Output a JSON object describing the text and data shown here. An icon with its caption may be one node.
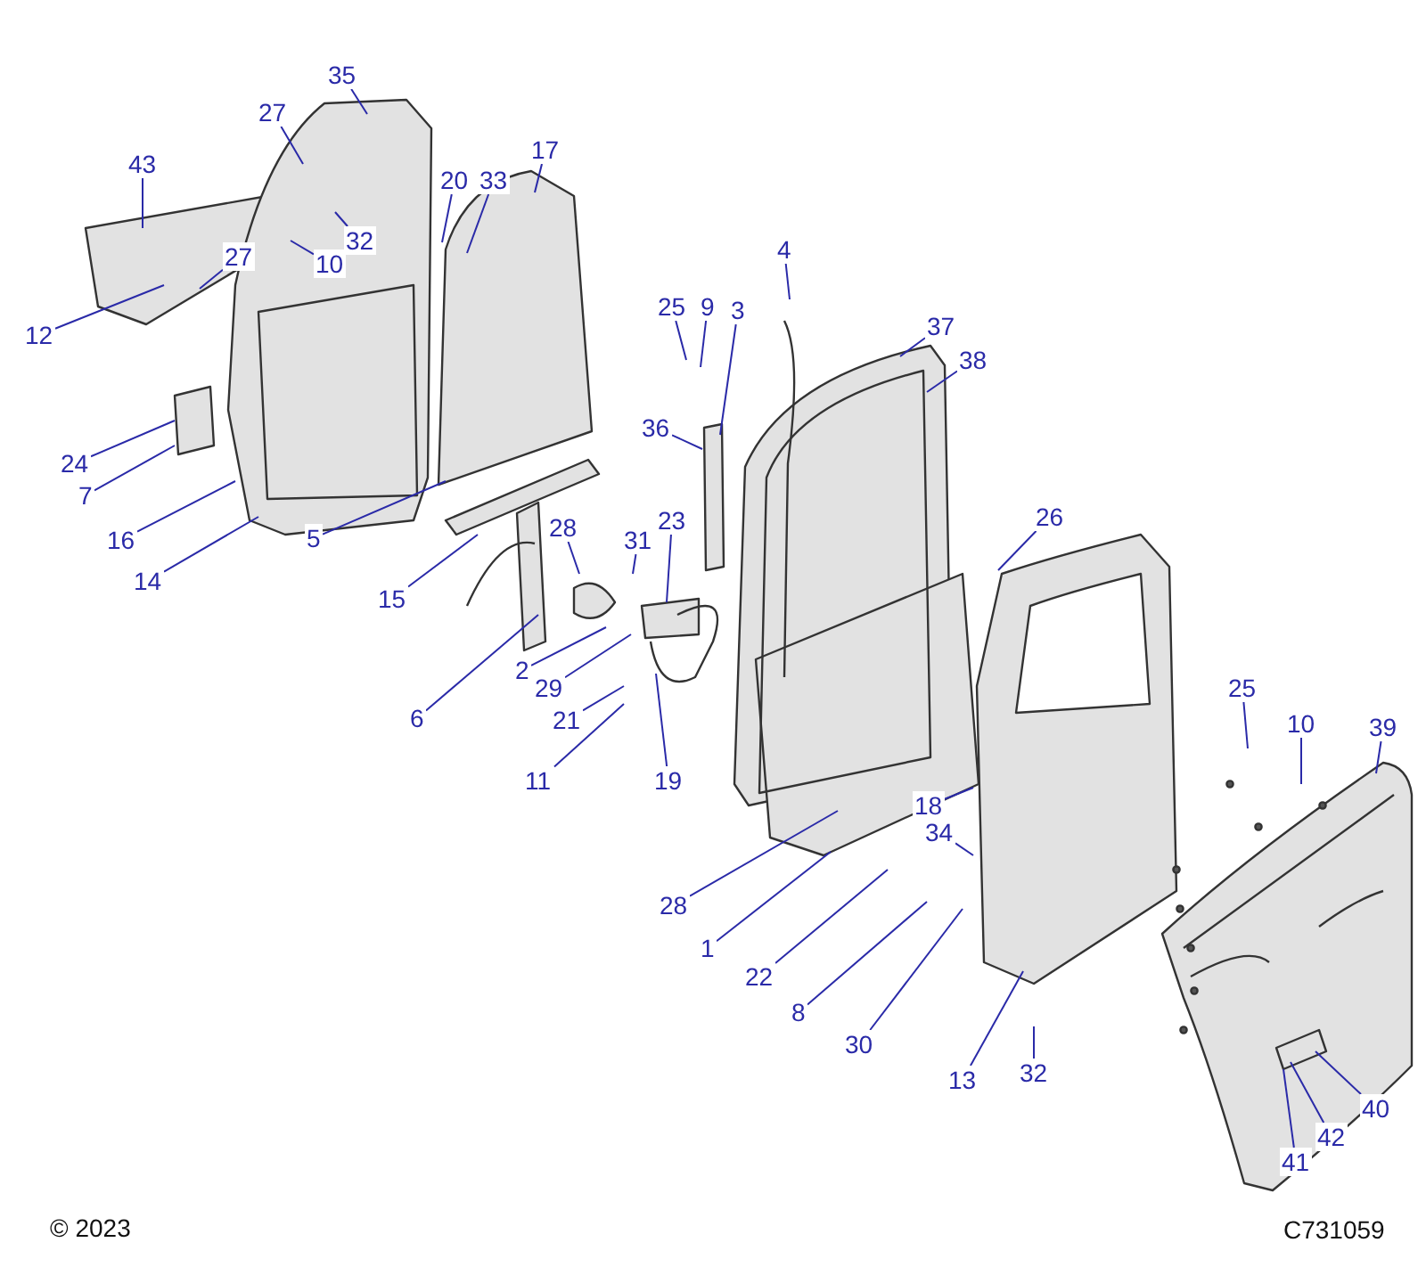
{
  "diagram": {
    "nodes": [
      {
        "text": [
          "35"
        ]
      },
      {
        "text": [
          "27"
        ]
      },
      {
        "text": [
          "43"
        ]
      },
      {
        "text": [
          "17"
        ]
      },
      {
        "text": [
          "20"
        ]
      },
      {
        "text": [
          "33"
        ]
      },
      {
        "text": [
          "32"
        ]
      },
      {
        "text": [
          "10"
        ]
      },
      {
        "text": [
          "27"
        ]
      },
      {
        "text": [
          "12"
        ]
      },
      {
        "text": [
          "25"
        ]
      },
      {
        "text": [
          "9"
        ]
      },
      {
        "text": [
          "3"
        ]
      },
      {
        "text": [
          "4"
        ]
      },
      {
        "text": [
          "37"
        ]
      },
      {
        "text": [
          "38"
        ]
      },
      {
        "text": [
          "36"
        ]
      },
      {
        "text": [
          "24"
        ]
      },
      {
        "text": [
          "7"
        ]
      },
      {
        "text": [
          "16"
        ]
      },
      {
        "text": [
          "14"
        ]
      },
      {
        "text": [
          "5"
        ]
      },
      {
        "text": [
          "15"
        ]
      },
      {
        "text": [
          "28"
        ]
      },
      {
        "text": [
          "31"
        ]
      },
      {
        "text": [
          "23"
        ]
      },
      {
        "text": [
          "26"
        ]
      },
      {
        "text": [
          "6"
        ]
      },
      {
        "text": [
          "2"
        ]
      },
      {
        "text": [
          "29"
        ]
      },
      {
        "text": [
          "21"
        ]
      },
      {
        "text": [
          "11"
        ]
      },
      {
        "text": [
          "19"
        ]
      },
      {
        "text": [
          "25"
        ]
      },
      {
        "text": [
          "10"
        ]
      },
      {
        "text": [
          "39"
        ]
      },
      {
        "text": [
          "18"
        ]
      },
      {
        "text": [
          "34"
        ]
      },
      {
        "text": [
          "28"
        ]
      },
      {
        "text": [
          "1"
        ]
      },
      {
        "text": [
          "22"
        ]
      },
      {
        "text": [
          "8"
        ]
      },
      {
        "text": [
          "30"
        ]
      },
      {
        "text": [
          "13"
        ]
      },
      {
        "text": [
          "32"
        ]
      },
      {
        "text": [
          "41"
        ]
      },
      {
        "text": [
          "42"
        ]
      },
      {
        "text": [
          "40"
        ]
      }
    ],
    "edges": [
      {
        "from": 0,
        "to": null,
        "arrow": "none"
      },
      {
        "from": 1,
        "to": null,
        "arrow": "none"
      },
      {
        "from": 2,
        "to": null,
        "arrow": "none"
      },
      {
        "from": 3,
        "to": null,
        "arrow": "none"
      },
      {
        "from": 4,
        "to": null,
        "arrow": "none"
      },
      {
        "from": 5,
        "to": null,
        "arrow": "none"
      },
      {
        "from": 6,
        "to": null,
        "arrow": "none"
      },
      {
        "from": 7,
        "to": null,
        "arrow": "none"
      },
      {
        "from": 8,
        "to": null,
        "arrow": "none"
      },
      {
        "from": 9,
        "to": null,
        "arrow": "none"
      },
      {
        "from": 10,
        "to": null,
        "arrow": "none"
      },
      {
        "from": 11,
        "to": null,
        "arrow": "none"
      },
      {
        "from": 12,
        "to": null,
        "arrow": "none"
      },
      {
        "from": 13,
        "to": null,
        "arrow": "none"
      },
      {
        "from": 14,
        "to": null,
        "arrow": "none"
      },
      {
        "from": 15,
        "to": null,
        "arrow": "none"
      },
      {
        "from": 16,
        "to": null,
        "arrow": "none"
      },
      {
        "from": 17,
        "to": null,
        "arrow": "none"
      },
      {
        "from": 18,
        "to": null,
        "arrow": "none"
      },
      {
        "from": 19,
        "to": null,
        "arrow": "none"
      },
      {
        "from": 20,
        "to": null,
        "arrow": "none"
      },
      {
        "from": 21,
        "to": null,
        "arrow": "none"
      },
      {
        "from": 22,
        "to": null,
        "arrow": "none"
      },
      {
        "from": 23,
        "to": null,
        "arrow": "none"
      },
      {
        "from": 24,
        "to": null,
        "arrow": "none"
      },
      {
        "from": 25,
        "to": null,
        "arrow": "none"
      },
      {
        "from": 26,
        "to": null,
        "arrow": "none"
      },
      {
        "from": 27,
        "to": null,
        "arrow": "none"
      },
      {
        "from": 28,
        "to": null,
        "arrow": "none"
      },
      {
        "from": 29,
        "to": null,
        "arrow": "none"
      },
      {
        "from": 30,
        "to": null,
        "arrow": "none"
      },
      {
        "from": 31,
        "to": null,
        "arrow": "none"
      },
      {
        "from": 32,
        "to": null,
        "arrow": "none"
      },
      {
        "from": 33,
        "to": null,
        "arrow": "none"
      },
      {
        "from": 34,
        "to": null,
        "arrow": "none"
      },
      {
        "from": 35,
        "to": null,
        "arrow": "none"
      },
      {
        "from": 36,
        "to": null,
        "arrow": "none"
      },
      {
        "from": 37,
        "to": null,
        "arrow": "none"
      },
      {
        "from": 38,
        "to": null,
        "arrow": "none"
      },
      {
        "from": 39,
        "to": null,
        "arrow": "none"
      },
      {
        "from": 40,
        "to": null,
        "arrow": "none"
      },
      {
        "from": 41,
        "to": null,
        "arrow": "none"
      },
      {
        "from": 42,
        "to": null,
        "arrow": "none"
      },
      {
        "from": 43,
        "to": null,
        "arrow": "none"
      },
      {
        "from": 44,
        "to": null,
        "arrow": "none"
      },
      {
        "from": 45,
        "to": null,
        "arrow": "none"
      },
      {
        "from": 46,
        "to": null,
        "arrow": "none"
      },
      {
        "from": 47,
        "to": null,
        "arrow": "none"
      }
    ],
    "labels": [
      "© 2023",
      "C731059"
    ]
  }
}
